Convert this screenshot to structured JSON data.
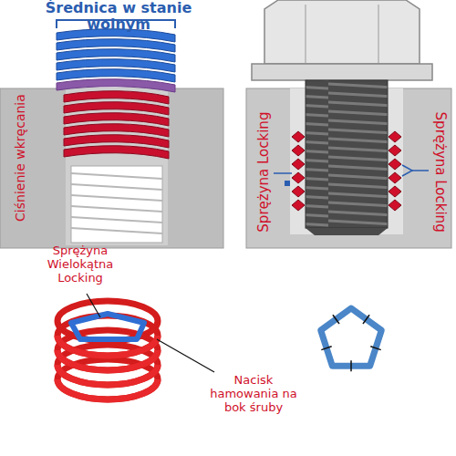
{
  "diagram": {
    "labels": [
      "Średnica w stanie wolnym",
      "Ciśnienie wkręcania",
      "Sprężyna Locking",
      "Sprężyna Locking",
      "Sprężyna Wielokątna Locking",
      "Nacisk hamowania na bok śruby"
    ]
  }
}
